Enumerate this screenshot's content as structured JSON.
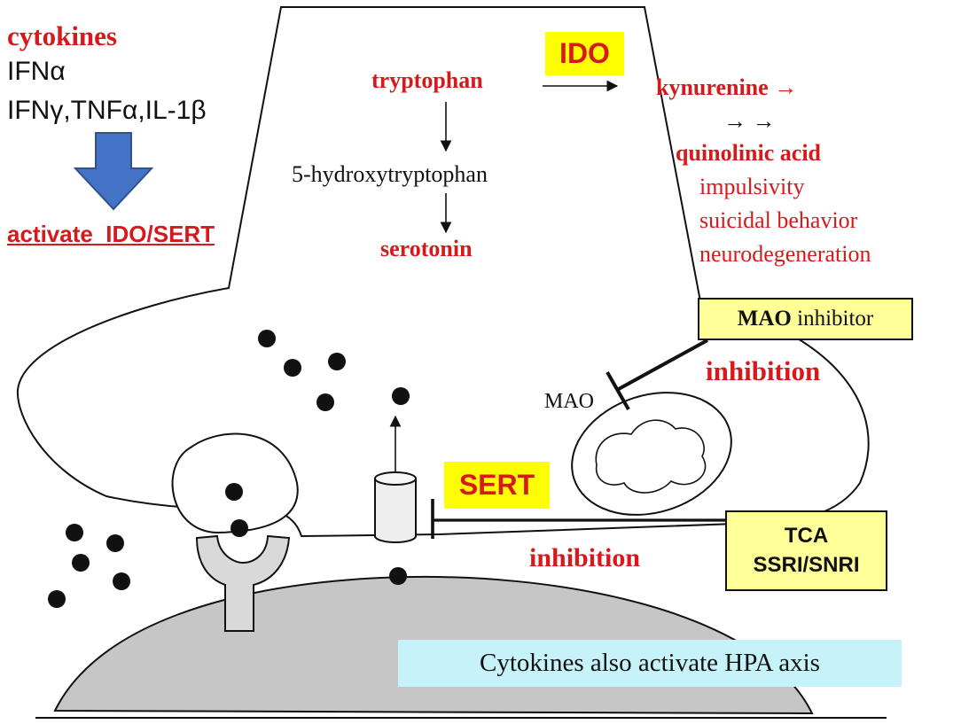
{
  "cytokines_panel": {
    "title": "cytokines",
    "line1": "IFNα",
    "line2": "IFNγ,TNFα,IL-1β",
    "action": "activate  IDO/SERT"
  },
  "pathway": {
    "tryptophan": "tryptophan",
    "ido": "IDO",
    "kynurenine": "kynurenine →",
    "arrows": "→ →",
    "quinolinic": "quinolinic acid",
    "effects": [
      "impulsivity",
      "suicidal behavior",
      "neurodegeneration"
    ],
    "hydroxy": "5-hydroxytryptophan",
    "serotonin": "serotonin"
  },
  "mao_panel": {
    "label": "MAO",
    "box_bold": "MAO",
    "box_rest": " inhibitor",
    "inhibition": "inhibition"
  },
  "sert_panel": {
    "label": "SERT",
    "inhibition": "inhibition",
    "drugs_line1": "TCA",
    "drugs_line2": "SSRI/SNRI"
  },
  "hpa_note": "Cytokines also activate HPA axis",
  "colors": {
    "red_text": "#d7191c",
    "yellow_box": "#ffff00",
    "pale_yellow_box": "#ffff99",
    "cyan_box": "#c5f3f9",
    "blue_arrow": "#4472c4",
    "membrane_gray": "#c6c6c6"
  }
}
